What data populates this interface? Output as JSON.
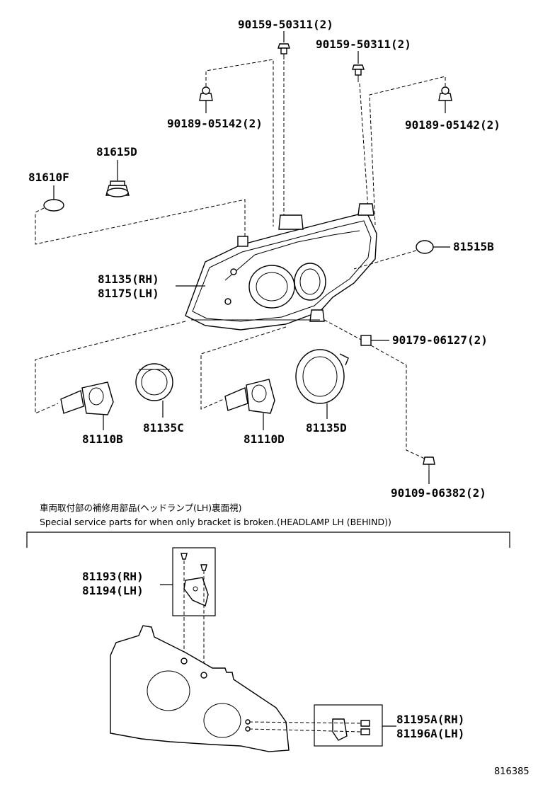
{
  "labels": {
    "p1": "90159-50311(2)",
    "p2": "90159-50311(2)",
    "p3": "90189-05142(2)",
    "p4": "90189-05142(2)",
    "p5": "81615D",
    "p6": "81610F",
    "p7a": "81135(RH)",
    "p7b": "81175(LH)",
    "p8": "81515B",
    "p9": "90179-06127(2)",
    "p10": "81110B",
    "p11": "81135C",
    "p12": "81110D",
    "p13": "81135D",
    "p14": "90109-06382(2)",
    "p15a": "81193(RH)",
    "p15b": "81194(LH)",
    "p16a": "81195A(RH)",
    "p16b": "81196A(LH)"
  },
  "notes": {
    "jp": "車両取付部の補修用部品(ヘッドランプ(LH)裏面視)",
    "en": "Special service parts for when only bracket is broken.(HEADLAMP LH (BEHIND))"
  },
  "diagram_code": "816385"
}
